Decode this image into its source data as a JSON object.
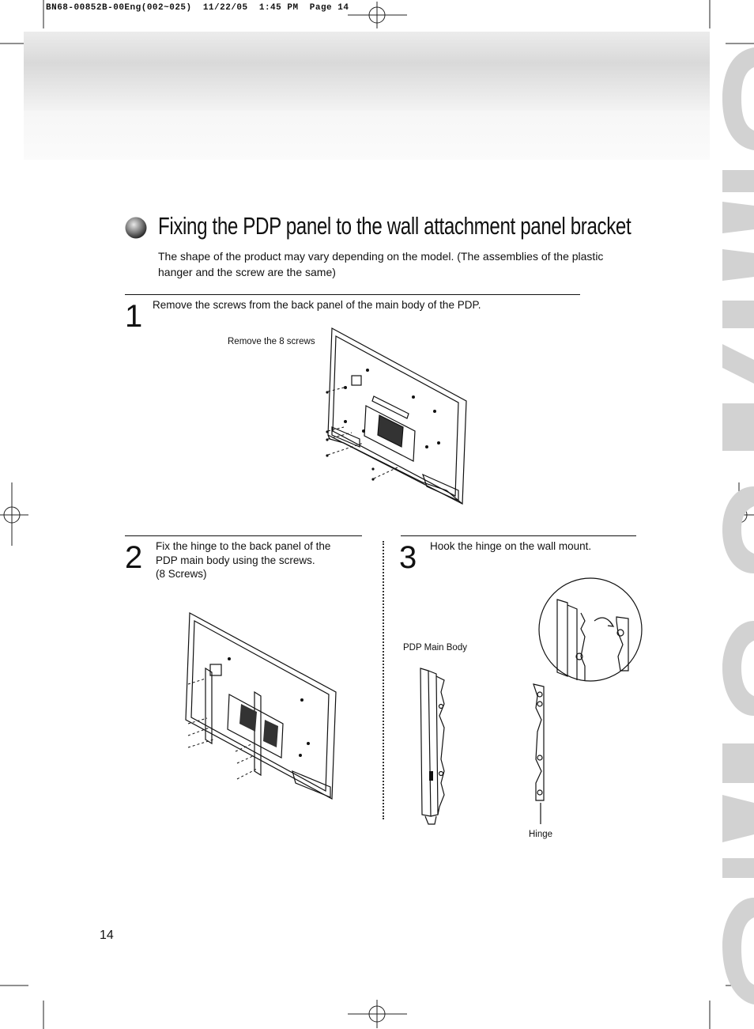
{
  "slug": "BN68-00852B-00Eng(002~025)  11/22/05  1:45 PM  Page 14",
  "title": "Fixing the PDP panel to the wall attachment panel bracket",
  "intro": "The shape of the product may vary depending on the model. (The assemblies of the plastic hanger and the screw are the same)",
  "steps": [
    {
      "number": "1",
      "text": "Remove the screws from the back panel of the main body of the PDP.",
      "caption": "Remove the 8 screws"
    },
    {
      "number": "2",
      "text_lines": [
        "Fix the hinge to the back panel of the",
        "PDP main body using the screws.",
        "(8 Screws)"
      ]
    },
    {
      "number": "3",
      "text": "Hook the hinge on the wall mount.",
      "captions": {
        "body": "PDP Main Body",
        "hinge": "Hinge"
      }
    }
  ],
  "page_number": "14",
  "icons": [
    "sphere-bullet-icon",
    "registration-mark-icon"
  ]
}
